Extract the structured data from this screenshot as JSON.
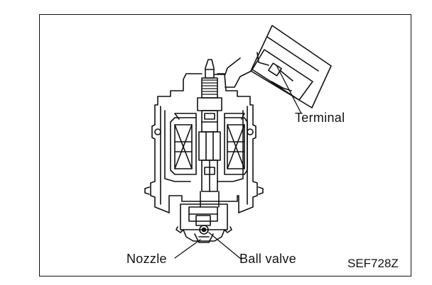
{
  "labels": {
    "terminal": "Terminal",
    "nozzle": "Nozzle",
    "ball_valve": "Ball valve",
    "figure_code": "SEF728Z"
  },
  "colors": {
    "ink": "#111111",
    "background": "#ffffff"
  }
}
